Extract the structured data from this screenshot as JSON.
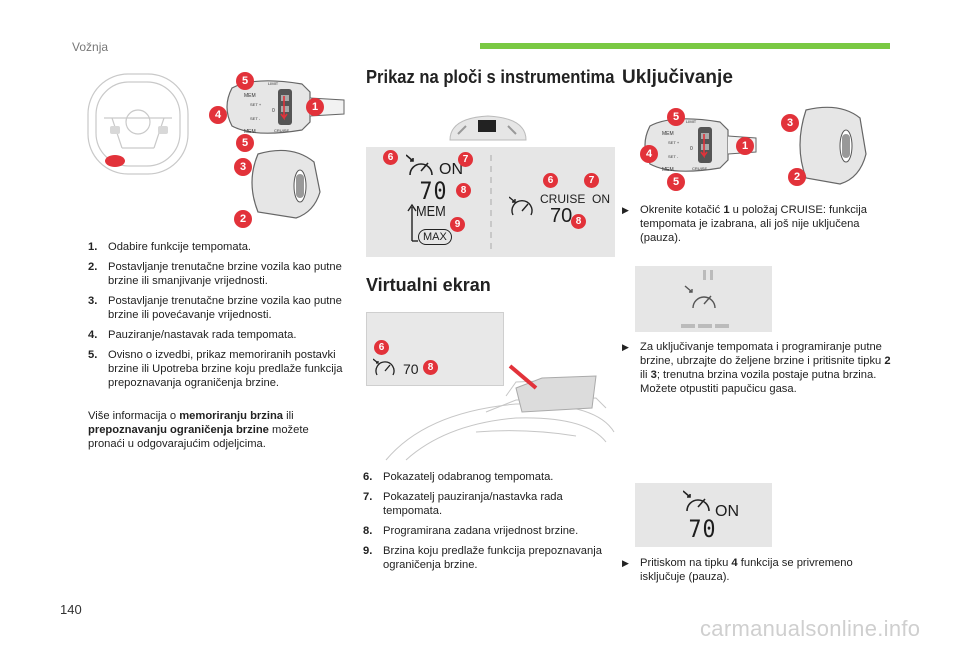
{
  "header": {
    "section": "Vožnja",
    "page_number": "140"
  },
  "watermark": "carmanualsonline.info",
  "lever": {
    "mem_top": "MEM",
    "limit": "LIMIT",
    "set_plus": "SET +",
    "set_minus": "SET -",
    "zero": "0",
    "cruise": "CRUISE",
    "mem_bottom": "MEM"
  },
  "callouts": {
    "n1": "1",
    "n2": "2",
    "n3": "3",
    "n4": "4",
    "n5": "5",
    "n6": "6",
    "n7": "7",
    "n8": "8",
    "n9": "9"
  },
  "instrument": {
    "title": "Prikaz na ploči s instrumentima",
    "left": {
      "status": "ON",
      "speed": "70",
      "mem": "MEM",
      "max": "MAX"
    },
    "right": {
      "status": "CRUISE  ON",
      "speed": "70"
    }
  },
  "virtual": {
    "title": "Virtualni ekran",
    "speed": "70"
  },
  "legend_left": [
    {
      "num": "1.",
      "text": "Odabire funkcije tempomata."
    },
    {
      "num": "2.",
      "text": "Postavljanje trenutačne brzine vozila kao putne brzine ili smanjivanje vrijednosti."
    },
    {
      "num": "3.",
      "text": "Postavljanje trenutačne brzine vozila kao putne brzine ili povećavanje vrijednosti."
    },
    {
      "num": "4.",
      "text": "Pauziranje/nastavak rada tempomata."
    },
    {
      "num": "5.",
      "text": "Ovisno o izvedbi, prikaz memoriranih postavki brzine ili Upotreba brzine koju predlaže funkcija prepoznavanja ograničenja brzine."
    }
  ],
  "more_info": {
    "pre": "Više informacija o ",
    "bold1": "memoriranju brzina",
    "mid": " ili ",
    "bold2": "prepoznavanju ograničenja brzine",
    "post": " možete pronaći u odgovarajućim odjeljcima."
  },
  "legend_mid": [
    {
      "num": "6.",
      "text": "Pokazatelj odabranog tempomata."
    },
    {
      "num": "7.",
      "text": "Pokazatelj pauziranja/nastavka rada tempomata."
    },
    {
      "num": "8.",
      "text": "Programirana zadana vrijednost brzine."
    },
    {
      "num": "9.",
      "text": "Brzina koju predlaže funkcija prepoznavanja ograničenja brzine."
    }
  ],
  "switch_on": {
    "title": "Uključivanje",
    "step1": {
      "a": "Okrenite kotačić ",
      "b": "1",
      "c": " u položaj CRUISE: funkcija tempomata je izabrana, ali još nije uključena (pauza)."
    },
    "step2": {
      "a": "Za uključivanje tempomata i programiranje putne brzine, ubrzajte do željene brzine i pritisnite tipku ",
      "b": "2",
      "c": " ili ",
      "d": "3",
      "e": "; trenutna brzina vozila postaje putna brzina.",
      "f": "Možete otpustiti papučicu gasa."
    },
    "panel_on": {
      "status": "ON",
      "speed": "70"
    },
    "step3": {
      "a": "Pritiskom na tipku ",
      "b": "4",
      "c": " funkcija se privremeno isključuje (pauza)."
    }
  },
  "colors": {
    "accent_green": "#7ac943",
    "callout_red": "#e2323a",
    "panel_gray": "#e6e6e6"
  }
}
